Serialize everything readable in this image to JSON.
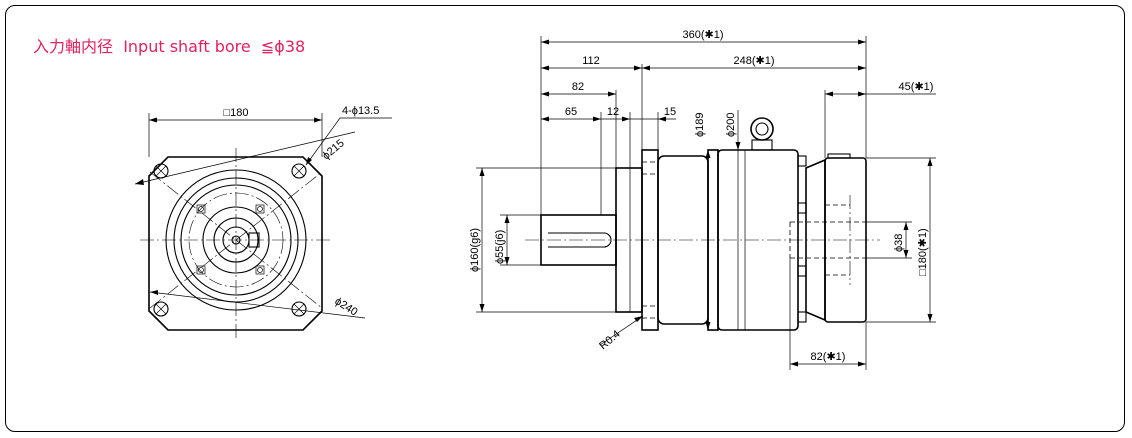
{
  "title": {
    "jp": "入力軸内径",
    "en": "Input shaft bore",
    "suffix": "≦ϕ38"
  },
  "front_view": {
    "dim_square": "□180",
    "dim_holes": "4-ϕ13.5",
    "dim_pcd_inner": "ϕ215",
    "dim_pcd_outer": "ϕ240"
  },
  "side_view": {
    "dim_total": "360(✱1)",
    "dim_112": "112",
    "dim_248": "248(✱1)",
    "dim_82": "82",
    "dim_65": "65",
    "dim_12": "12",
    "dim_15": "15",
    "dim_189": "ϕ189",
    "dim_200": "ϕ200",
    "dim_45": "45(✱1)",
    "dim_160": "ϕ160(g6)",
    "dim_55": "ϕ55(j6)",
    "dim_38": "ϕ38",
    "dim_180sq": "□180(✱1)",
    "dim_r04": "R0.4",
    "dim_82b": "82(✱1)"
  },
  "colors": {
    "title": "#e0245e",
    "line": "#000000"
  }
}
